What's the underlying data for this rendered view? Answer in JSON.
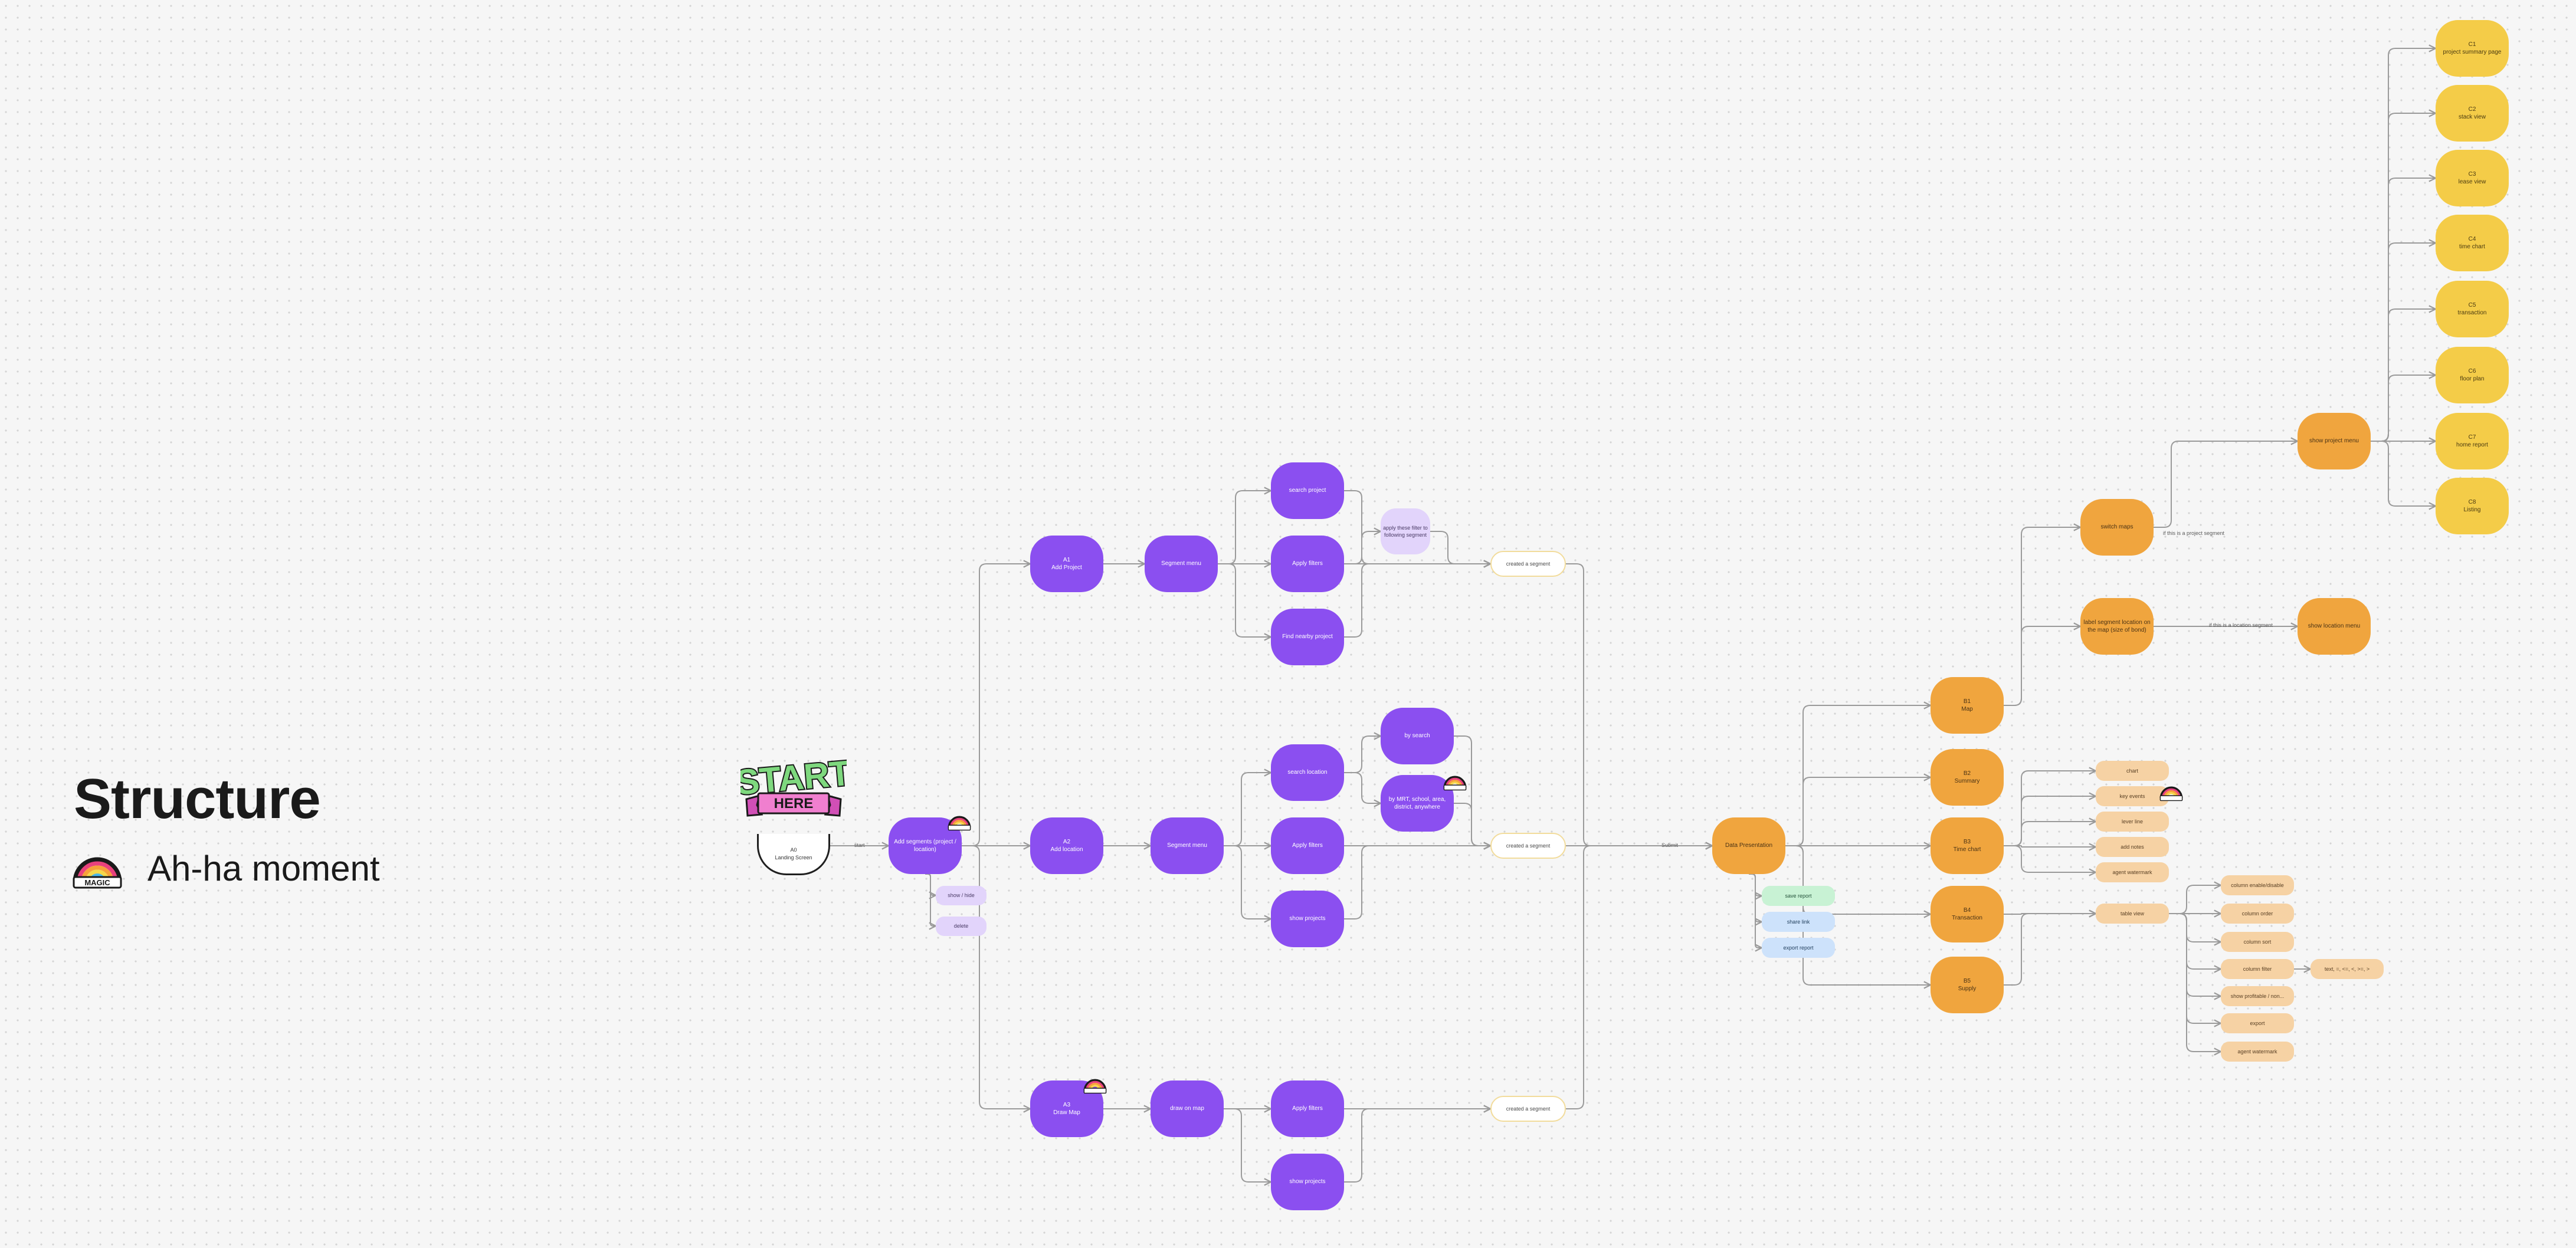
{
  "title": "Structure",
  "legend": {
    "label": "Ah-ha moment",
    "badge_text": "MAGIC",
    "icon": "rainbow-magic-badge"
  },
  "sticker": {
    "top": "START",
    "bottom": "HERE"
  },
  "start_node": {
    "label": "A0\nLanding Screen"
  },
  "edge_labels": {
    "start": "start",
    "submit": "Submit",
    "project_segment": "if this is a project segment",
    "location_segment": "if this is a location segment"
  },
  "colors": {
    "purple": "#8b4ff0",
    "lilac": "#e2d4fb",
    "orange": "#f0a53e",
    "yellow": "#f4cc48",
    "peach": "#f6d2a4",
    "green": "#c8f2d4",
    "blue": "#cde2fb",
    "outline": "#f2dc9c",
    "connector": "#9a9a9a"
  },
  "nodes": {
    "add_segment": "Add segments (project / location)",
    "show_hide": "show / hide",
    "delete": "delete",
    "a1": "A1\nAdd Project",
    "a2": "A2\nAdd location",
    "a3": "A3\nDraw Map",
    "seg_menu_1": "Segment menu",
    "seg_menu_2": "Segment menu",
    "draw_on_map": "draw on map",
    "search_project": "search project",
    "apply_filters_1": "Apply filters",
    "find_nearby": "Find nearby project",
    "apply_these": "apply these filter to following segment",
    "created_1": "created a segment",
    "search_location": "search location",
    "apply_filters_2": "Apply filters",
    "show_projects_1": "show projects",
    "by_search": "by search",
    "by_mrt": "by MRT, school, area, district, anywhere",
    "created_2": "created a segment",
    "apply_filters_3": "Apply filters",
    "show_projects_2": "show projects",
    "created_3": "created a segment",
    "data_presentation": "Data Presentation",
    "save_report": "save report",
    "share_link": "share link",
    "export_report": "export report",
    "b1": "B1\nMap",
    "b2": "B2\nSummary",
    "b3": "B3\nTime chart",
    "b4": "B4\nTransaction",
    "b5": "B5\nSupply",
    "switch_maps": "switch maps",
    "label_segment": "label segment location on the map (size of bond)",
    "show_project_menu": "show project menu",
    "show_location_menu": "show location menu",
    "c1": "C1\nproject summary page",
    "c2": "C2\nstack view",
    "c3": "C3\nlease view",
    "c4": "C4\ntime chart",
    "c5": "C5\ntransaction",
    "c6": "C6\nfloor plan",
    "c7": "C7\nhome report",
    "c8": "C8\nListing",
    "chart": "chart",
    "key_events": "key events",
    "lever_line": "lever line",
    "add_notes": "add notes",
    "agent_watermark_1": "agent watermark",
    "table_view": "table view",
    "column_enable": "column enable/disable",
    "column_order": "column order",
    "column_sort": "column sort",
    "column_filter": "column filter",
    "show_profitable": "show profitable / non...",
    "export": "export",
    "agent_watermark_2": "agent watermark",
    "filter_ops": "text, =, <=, <, >=, >"
  }
}
